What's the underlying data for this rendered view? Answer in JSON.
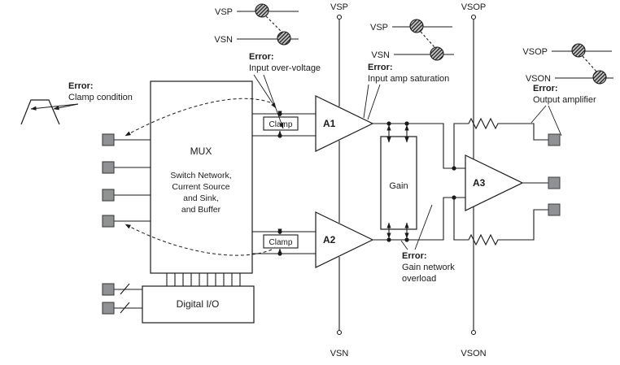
{
  "blocks": {
    "mux": {
      "title": "MUX",
      "lines": [
        "Switch Network,",
        "Current Source",
        "and Sink,",
        "and Buffer"
      ]
    },
    "digital_io": "Digital I/O",
    "clamp": "Clamp",
    "gain": "Gain",
    "amp1": "A1",
    "amp2": "A2",
    "amp3": "A3"
  },
  "rails": {
    "vsp": "VSP",
    "vsn": "VSN",
    "vsop": "VSOP",
    "vson": "VSON"
  },
  "clamp_symbols": {
    "input_left": {
      "top": "VSP",
      "bottom": "VSN"
    },
    "input_mid": {
      "top": "VSP",
      "bottom": "VSN"
    },
    "output": {
      "top": "VSOP",
      "bottom": "VSON"
    }
  },
  "errors": {
    "clamp_condition": {
      "label": "Error:",
      "text": "Clamp condition"
    },
    "input_over_voltage": {
      "label": "Error:",
      "text": "Input over-voltage"
    },
    "input_amp_saturation": {
      "label": "Error:",
      "text": "Input amp saturation"
    },
    "gain_network_overload": {
      "label": "Error:",
      "text1": "Gain network",
      "text2": "overload"
    },
    "output_amplifier": {
      "label": "Error:",
      "text": "Output amplifier"
    }
  },
  "colors": {
    "line": "#1a1a1a",
    "pad_fill": "#8f9193",
    "hatch_fill": "#c4c4c4"
  }
}
